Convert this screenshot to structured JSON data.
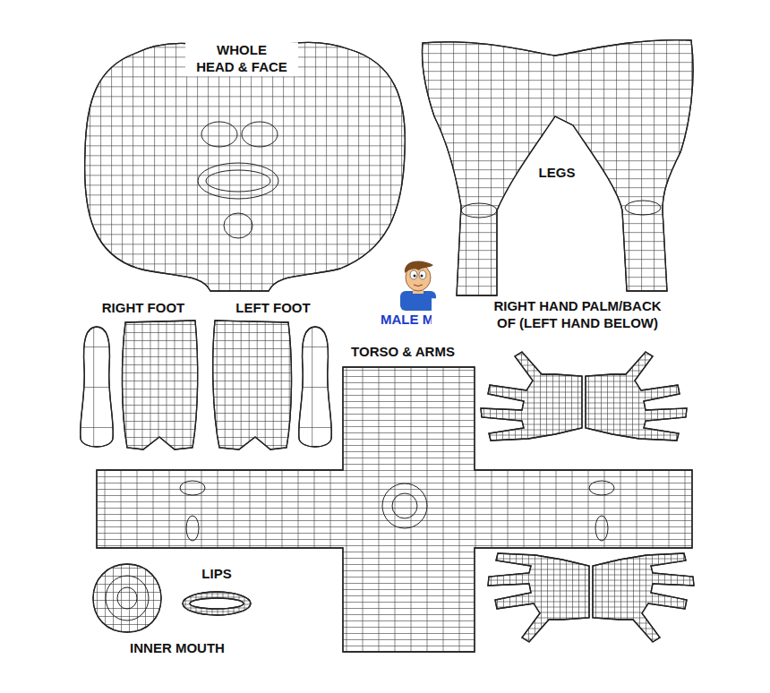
{
  "diagram": {
    "labels": [
      "WHOLE HEAD & FACE",
      "LEGS",
      "MALE MAP",
      "RIGHT FOOT",
      "LEFT FOOT",
      "RIGHT HAND PALM/BACK OF (LEFT HAND BELOW)",
      "TORSO & ARMS",
      "LIPS",
      "INNER MOUTH"
    ]
  }
}
